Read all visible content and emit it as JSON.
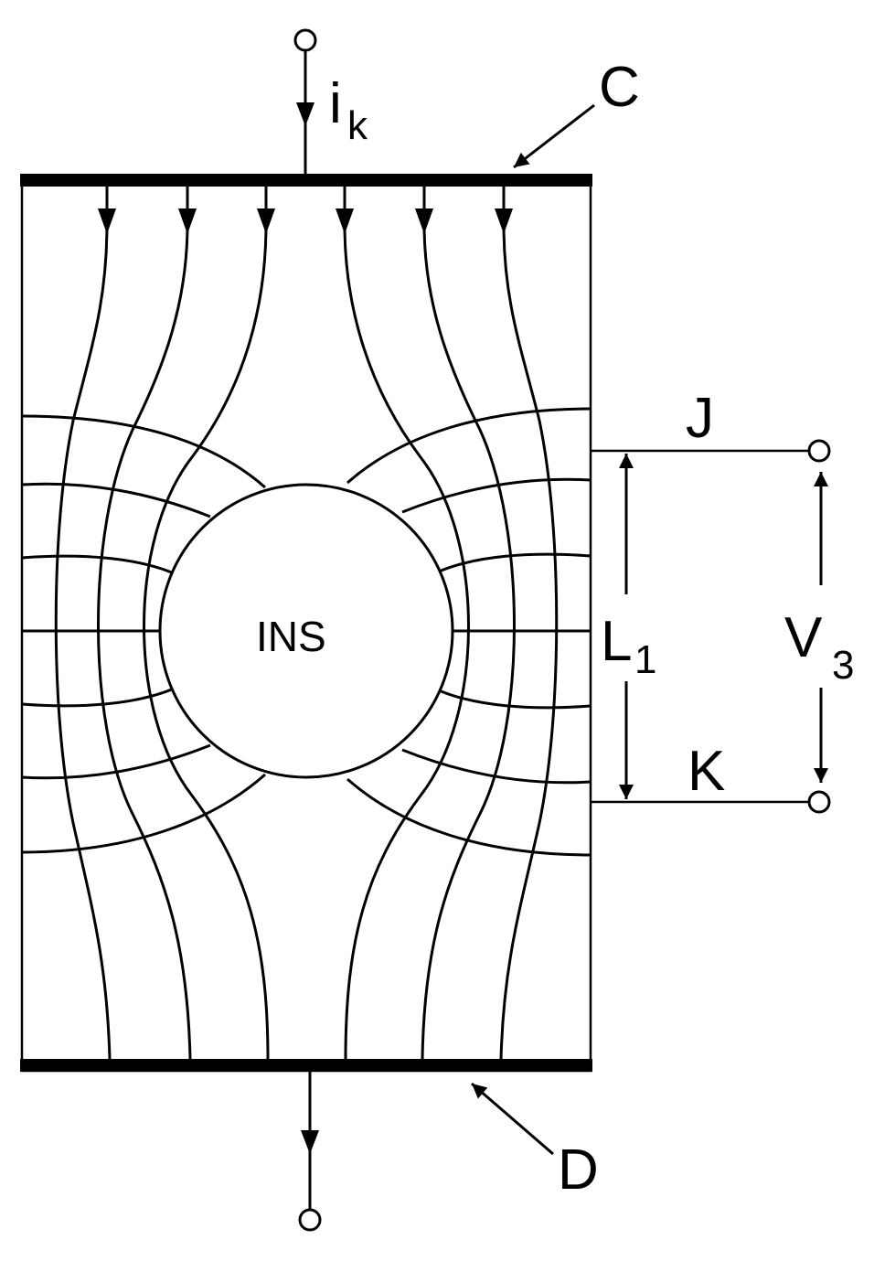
{
  "labels": {
    "current": "i",
    "current_sub": "k",
    "top_electrode": "C",
    "bottom_electrode": "D",
    "probe_top": "J",
    "probe_bottom": "K",
    "length": "L",
    "length_sub": "1",
    "voltage": "V",
    "voltage_sub": "3",
    "inclusion": "INS"
  },
  "colors": {
    "ink": "#000000",
    "paper": "#ffffff"
  }
}
